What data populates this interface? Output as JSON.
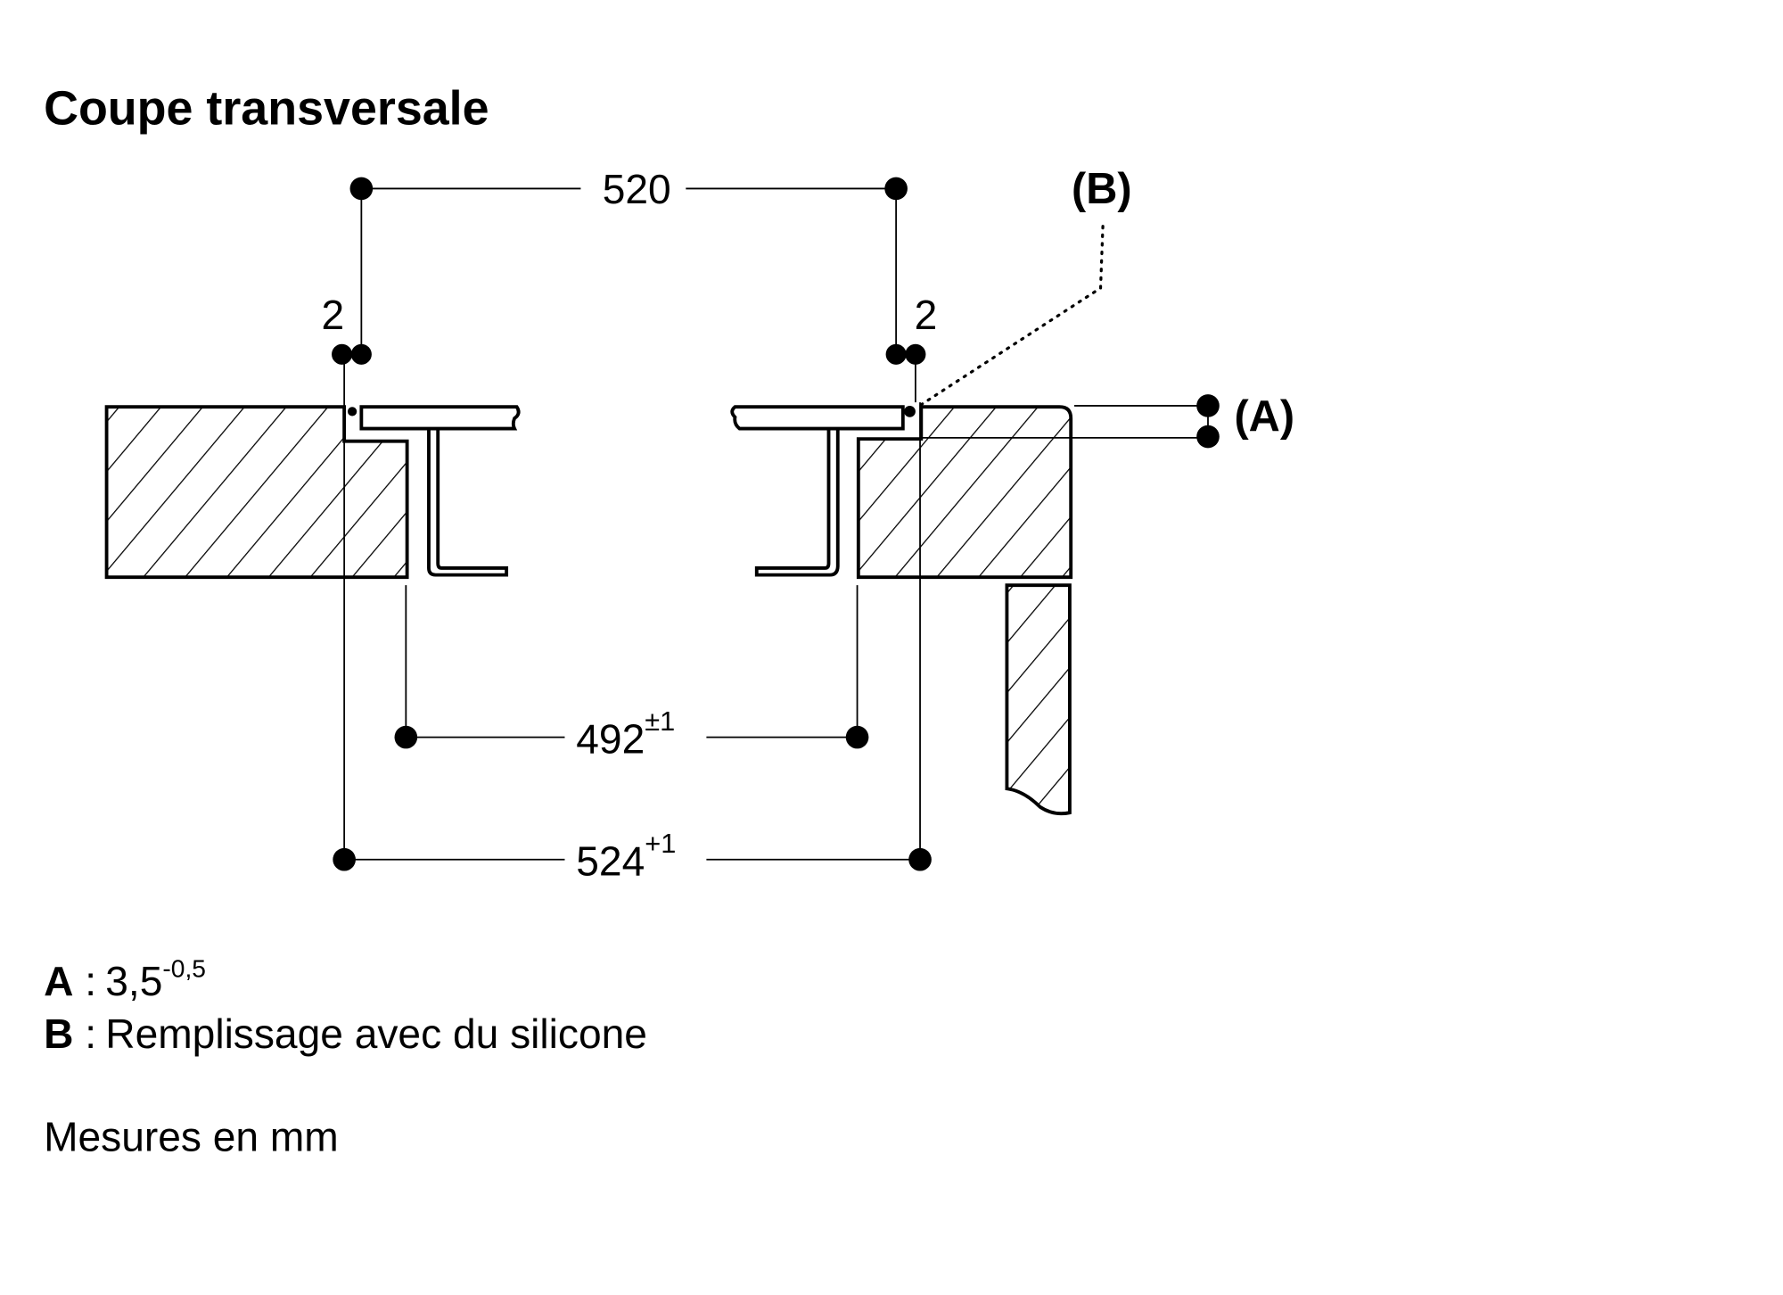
{
  "title": "Coupe transversale",
  "dimensions": {
    "top_width": "520",
    "gap_left": "2",
    "gap_right": "2",
    "cutout_inner": {
      "value": "492",
      "tolerance": "±1"
    },
    "cutout_outer": {
      "value": "524",
      "tolerance": "+1"
    }
  },
  "callouts": {
    "a": "(A)",
    "b": "(B)"
  },
  "legend": [
    {
      "key": "A",
      "sep": ":",
      "value": "3,5",
      "tolerance": "-0,5"
    },
    {
      "key": "B",
      "sep": ":",
      "value": "Remplissage avec du silicone"
    }
  ],
  "units_note": "Mesures en mm",
  "colors": {
    "ink": "#000000",
    "background": "#ffffff"
  }
}
